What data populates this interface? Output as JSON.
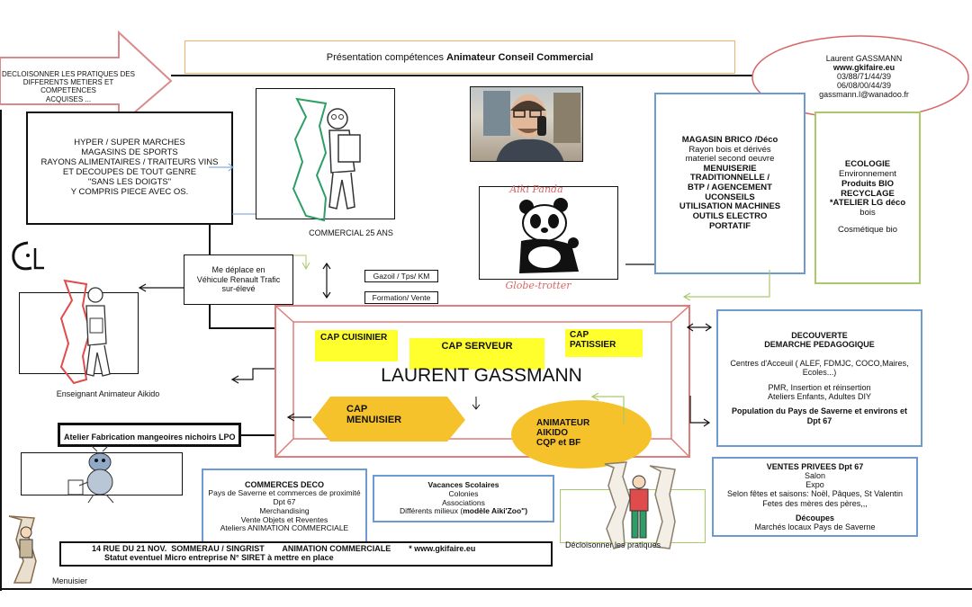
{
  "header": {
    "title_prefix": "Présentation  compétences ",
    "title_bold": "Animateur Conseil Commercial"
  },
  "contact": {
    "name": "Laurent GASSMANN",
    "website": "www.gkifaire.eu",
    "phone1": "03/88/71/44/39",
    "phone2": "06/08/00/44/39",
    "email": "gassmann.l@wanadoo.fr"
  },
  "arrow_text": {
    "line1": "DECLOISONNER LES PRATIQUES   DES",
    "line2": "DIFFERENTS  METIERS   ET COMPETENCES",
    "line3": "ACQUISES ..."
  },
  "retail_box": {
    "line1": "HYPER / SUPER MARCHES",
    "line2": "MAGASINS DE SPORTS",
    "line3": "RAYONS ALIMENTAIRES / TRAITEURS VINS",
    "line4": "ET DECOUPES DE TOUT GENRE",
    "line5": "\"SANS LES DOIGTS\"",
    "line6": "Y COMPRIS PIECE AVEC OS."
  },
  "commercial_label": "COMMERCIAL  25 ANS",
  "aiki_panda": {
    "top": "Aiki Panda",
    "bottom": "Globe-trotter"
  },
  "brico_box": {
    "line1": "MAGASIN  BRICO /Déco",
    "line2": "Rayon bois et dérivés",
    "line3": "materiel second oeuvre",
    "line4": "MENUISERIE",
    "line5": "TRADITIONNELLE /",
    "line6": "BTP / AGENCEMENT",
    "line7": "UCONSEILS",
    "line8": "UTILISATION MACHINES",
    "line9": "OUTILS ELECTRO",
    "line10": "PORTATIF"
  },
  "eco_box": {
    "line1": "ECOLOGIE",
    "line2": "Environnement",
    "line3": "Produits BIO",
    "line4": "RECYCLAGE",
    "line5": "*ATELIER LG déco",
    "line6": "bois",
    "line7": "Cosmétique bio"
  },
  "vehicle_box": {
    "line1": "Me déplace en",
    "line2": "Véhicule Renault Trafic",
    "line3": "sur-élevé"
  },
  "mini_tags": {
    "gazoil": "Gazoil / Tps/ KM",
    "formation": "Formation/ Vente"
  },
  "enseignant_label": "Enseignant Animateur Aikido",
  "center": {
    "name": "LAURENT GASSMANN",
    "cap_cuisinier": "CAP CUISINIER",
    "cap_serveur": "CAP SERVEUR",
    "cap_patissier_1": "CAP",
    "cap_patissier_2": "PATISSIER",
    "cap_menuisier_1": "CAP",
    "cap_menuisier_2": "MENUISIER",
    "animateur_1": "ANIMATEUR",
    "animateur_2": "AIKIDO",
    "animateur_3": "CQP et BF"
  },
  "decouverte": {
    "title1": "DECOUVERTE",
    "title2": "DEMARCHE PEDAGOGIQUE",
    "line1": "Centres d'Acceuil ( ALEF, FDMJC, COCO,Maires,",
    "line2": "Ecoles...)",
    "line3": "PMR, Insertion et réinsertion",
    "line4": "Ateliers Enfants, Adultes DIY",
    "line5": "Population du Pays de Saverne et environs et",
    "line6": "Dpt 67"
  },
  "atelier_label": "Atelier Fabrication mangeoires nichoirs LPO",
  "commerces": {
    "title": "COMMERCES DECO",
    "line1": "Pays de Saverne et commerces de proximité",
    "line2": "Dpt 67",
    "line3": "Merchandising",
    "line4": "Vente Objets et Reventes",
    "line5": "Ateliers ANIMATION  COMMERCIALE"
  },
  "vacances": {
    "title": "Vacances Scolaires",
    "line1": "Colonies",
    "line2": "Associations",
    "line3_prefix": "Différents milieux (",
    "line3_bold": "modèle Aiki'Zoo\")"
  },
  "decloisonner_label": "Décloisonner les pratiques",
  "ventes": {
    "title": "VENTES PRIVEES Dpt 67",
    "line1": "Salon",
    "line2": "Expo",
    "line3": "Selon fêtes et saisons: Noël, Pâques, St Valentin",
    "line4": "Fetes des mères des pères,,,",
    "line5": "Découpes",
    "line6": "Marchés locaux Pays de Saverne"
  },
  "footer": {
    "line1": "14 RUE DU 21 NOV.  SOMMERAU / SINGRIST        ANIMATION COMMERCIALE        * www.gkifaire.eu",
    "line2": "Statut eventuel  Micro entreprise  N° SIRET à mettre en place"
  },
  "menuisier_label": "Menuisier",
  "colors": {
    "orange_border": "#f2b16a",
    "blue_border": "#6d9ad0",
    "green_border": "#a9c96a",
    "pink_border": "#d99595",
    "center_frame": "#e07c7c",
    "yellow": "#ffff2e",
    "gold": "#f6c22b",
    "ellipse": "#d86666",
    "figure_green": "#2f9e66",
    "figure_red": "#e04b4b"
  }
}
